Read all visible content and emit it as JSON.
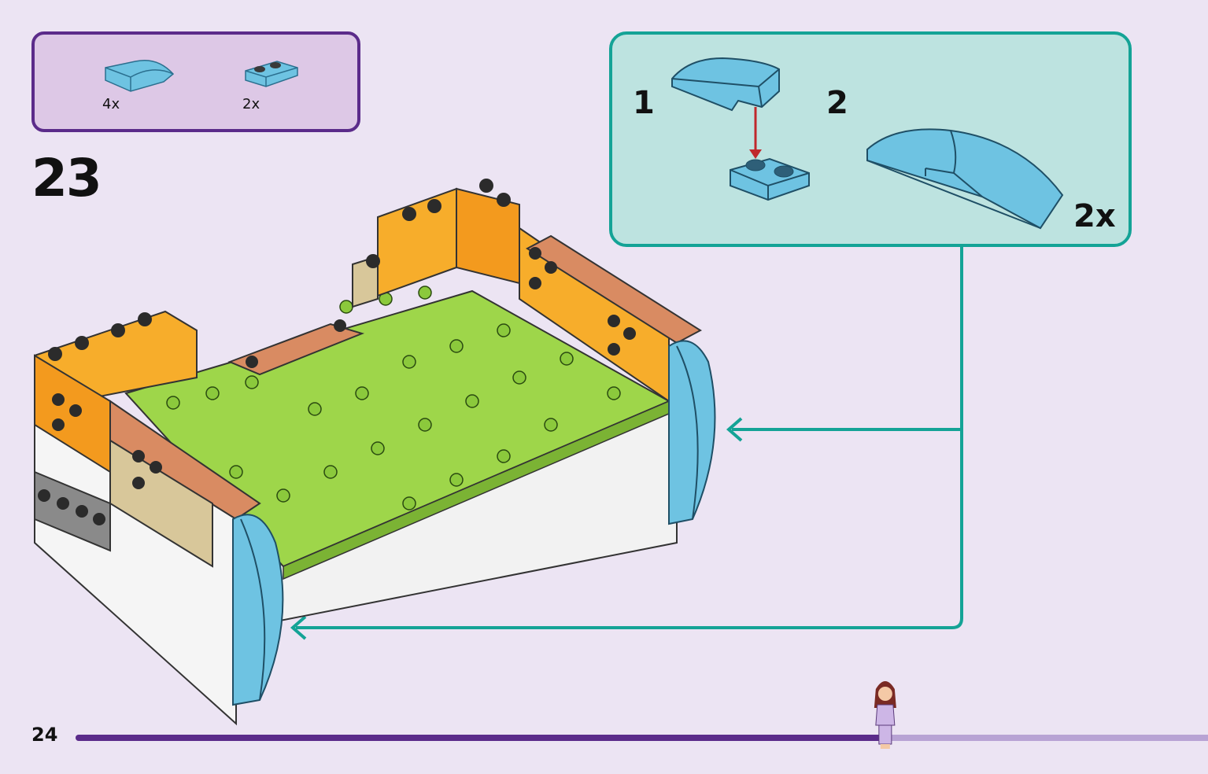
{
  "parts_list": {
    "items": [
      {
        "icon": "curved-slope-brick-icon",
        "qty": "4x"
      },
      {
        "icon": "plate-1x2-icon",
        "qty": "2x"
      }
    ]
  },
  "step": {
    "number": "23"
  },
  "subassembly": {
    "steps": [
      {
        "label": "1"
      },
      {
        "label": "2"
      }
    ],
    "quantity": "2x"
  },
  "footer": {
    "page_number": "24",
    "progress": 0.71
  },
  "colors": {
    "background": "#ece4f3",
    "parts_border": "#5b2b8a",
    "parts_fill": "#ddc8e6",
    "callout_border": "#14a396",
    "callout_fill": "#bde3e0",
    "progress_done": "#5b2b8a",
    "progress_rest": "#b8a3d4"
  }
}
